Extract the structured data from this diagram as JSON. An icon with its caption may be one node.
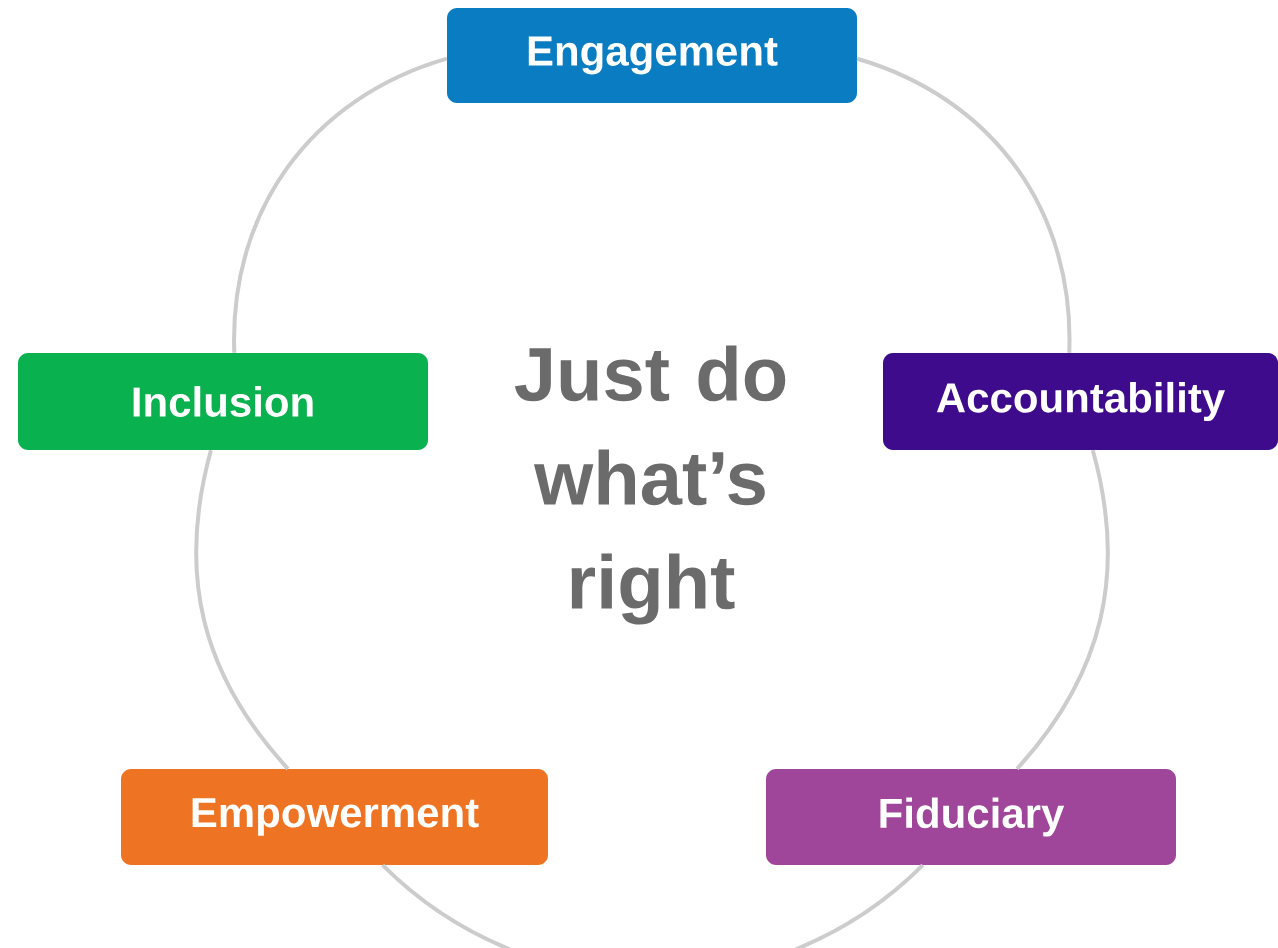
{
  "diagram": {
    "nodes": [
      {
        "text": [
          "Engagement"
        ]
      },
      {
        "text": [
          "Accountability"
        ]
      },
      {
        "text": [
          "Fiduciary"
        ]
      },
      {
        "text": [
          "Empowerment"
        ]
      },
      {
        "text": [
          "Inclusion"
        ]
      }
    ],
    "edges": [
      {
        "from": 0,
        "to": 1,
        "arrow": "none"
      },
      {
        "from": 1,
        "to": 2,
        "arrow": "none"
      },
      {
        "from": 2,
        "to": 3,
        "arrow": "none"
      },
      {
        "from": 3,
        "to": 4,
        "arrow": "none"
      },
      {
        "from": 4,
        "to": 0,
        "arrow": "none"
      }
    ],
    "labels": [
      "Just do what’s right"
    ]
  }
}
